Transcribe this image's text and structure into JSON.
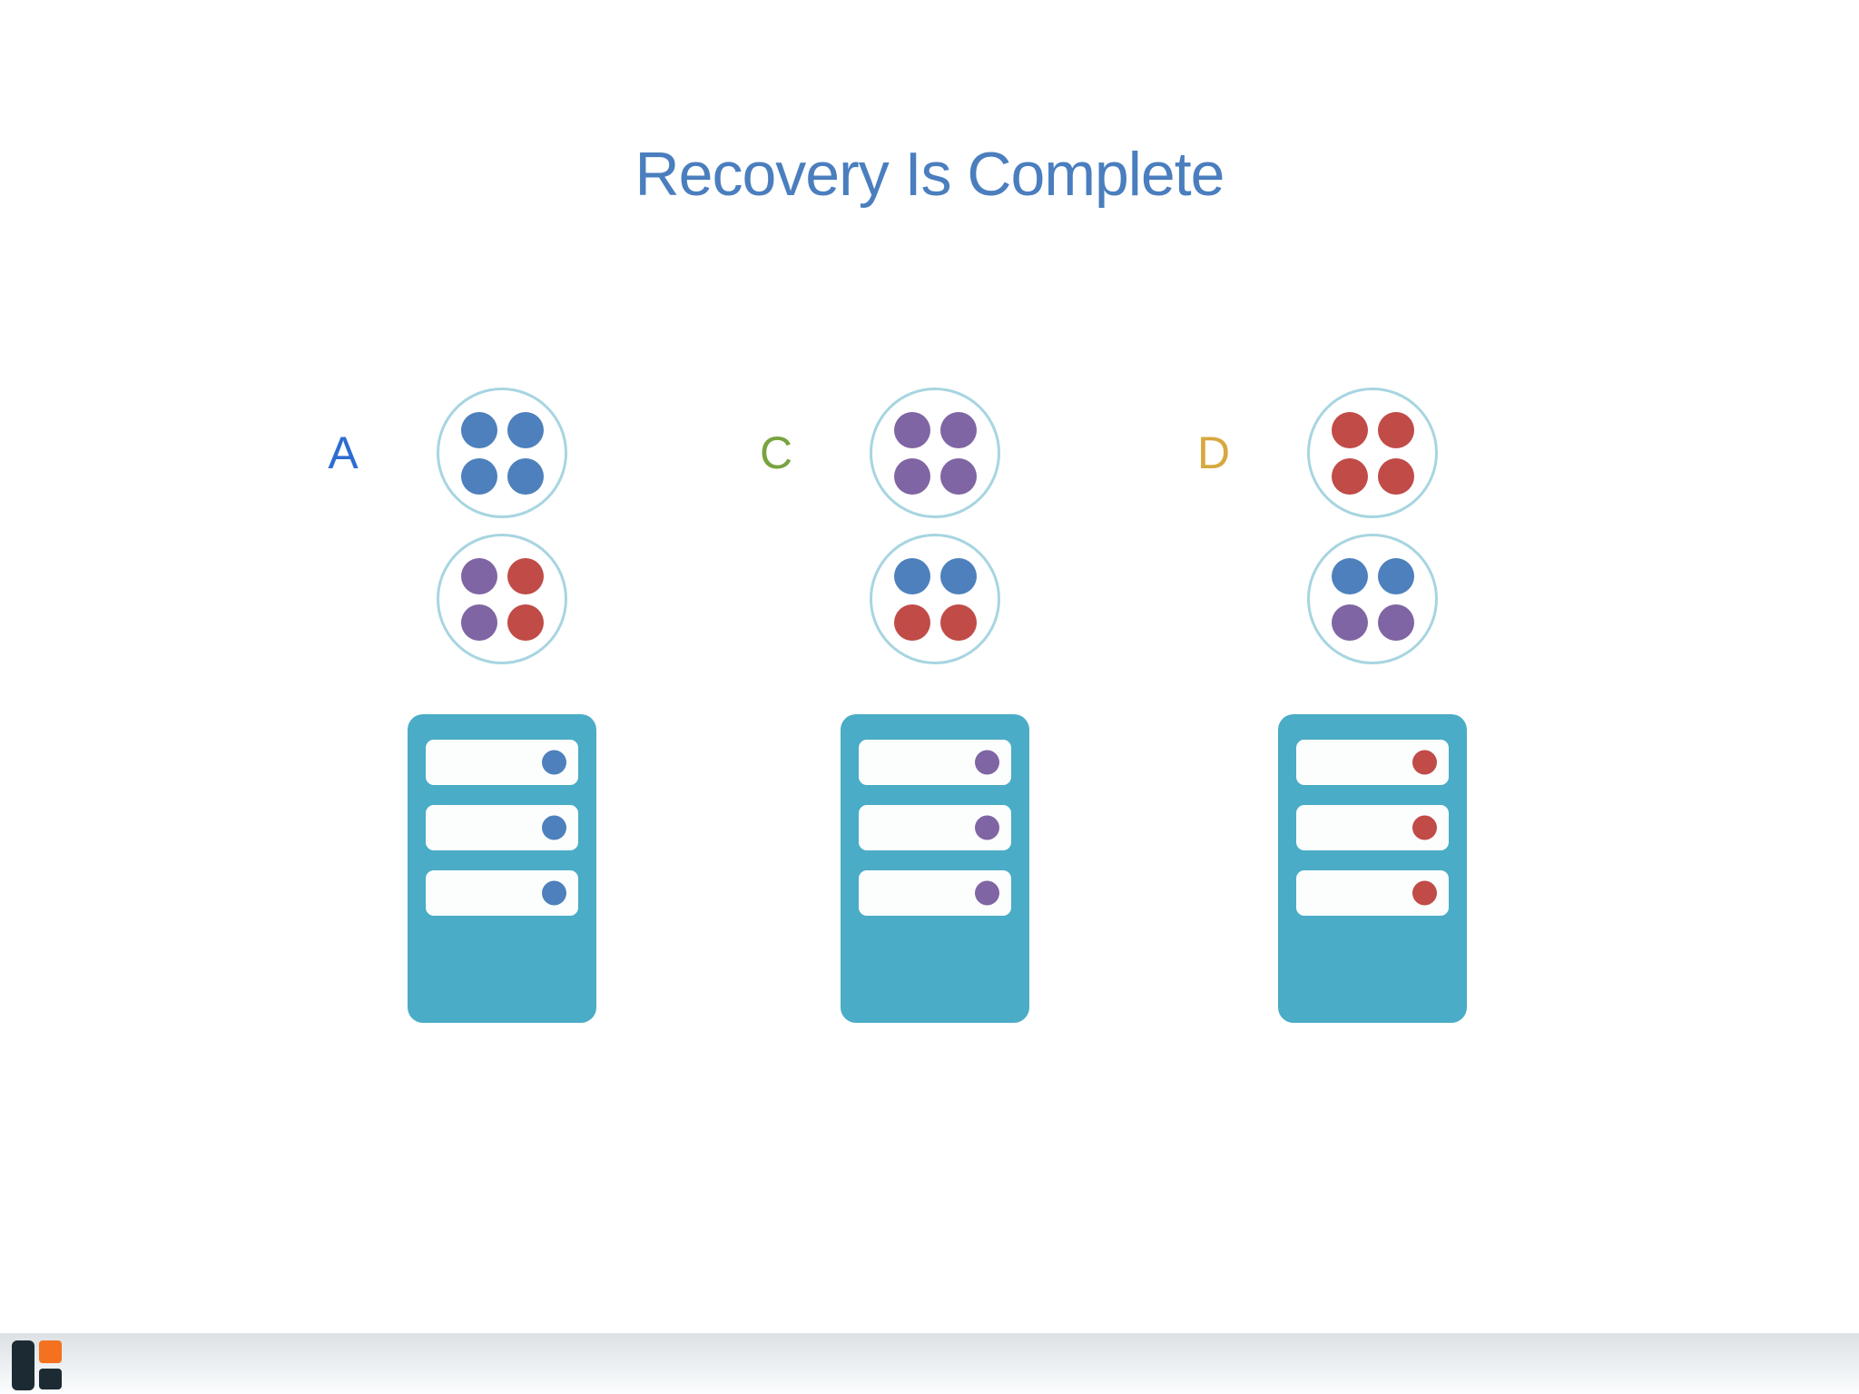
{
  "palette": {
    "title": "#4A7EBE",
    "blue": "#4D80BC",
    "purple": "#7F65A3",
    "red": "#C04B47",
    "teal": "#4AACC6",
    "circle_outline": "#A7D5E1",
    "label_a": "#2D6DD2",
    "label_c": "#78A440",
    "label_d": "#D7A83F",
    "bar_top": "#DCE1E4",
    "bar_bottom": "#FBFDFE",
    "logo_dark": "#1C2B33",
    "logo_orange": "#F4711F"
  },
  "title": "Recovery Is Complete",
  "nodes": [
    {
      "label": "A",
      "label_color": "label_a",
      "top_dots": [
        "blue",
        "blue",
        "blue",
        "blue"
      ],
      "bottom_dots": [
        "purple",
        "red",
        "purple",
        "red"
      ],
      "server_led": "blue"
    },
    {
      "label": "C",
      "label_color": "label_c",
      "top_dots": [
        "purple",
        "purple",
        "purple",
        "purple"
      ],
      "bottom_dots": [
        "blue",
        "blue",
        "red",
        "red"
      ],
      "server_led": "purple"
    },
    {
      "label": "D",
      "label_color": "label_d",
      "top_dots": [
        "red",
        "red",
        "red",
        "red"
      ],
      "bottom_dots": [
        "blue",
        "blue",
        "purple",
        "purple"
      ],
      "server_led": "red"
    }
  ]
}
